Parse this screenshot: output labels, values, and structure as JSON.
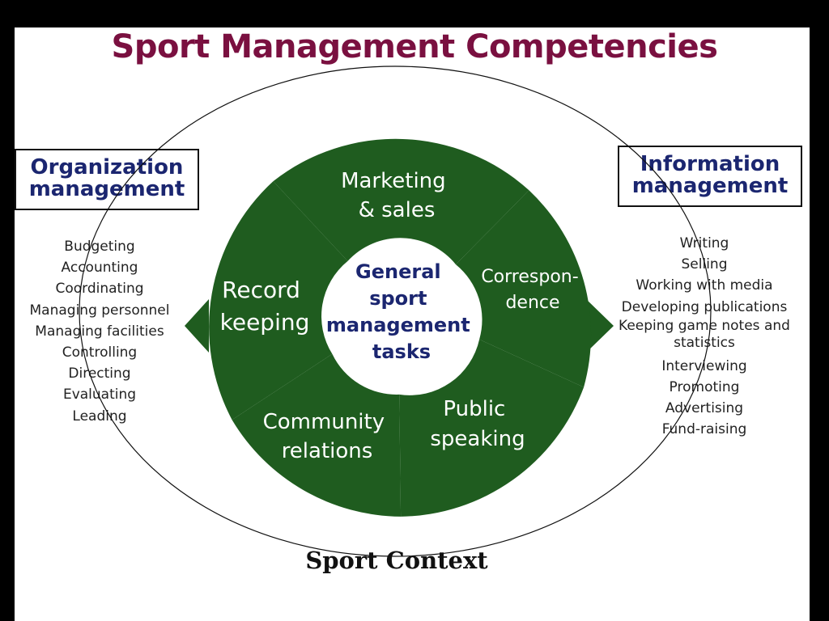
{
  "title": "Sport Management Competencies",
  "center": {
    "lines": [
      "General",
      "sport",
      "management",
      "tasks"
    ]
  },
  "segments": [
    {
      "id": "marketing",
      "lines": [
        "Marketing",
        "& sales"
      ]
    },
    {
      "id": "correspondence",
      "lines": [
        "Correspon-",
        "dence"
      ]
    },
    {
      "id": "public-speaking",
      "lines": [
        "Public",
        "speaking"
      ]
    },
    {
      "id": "community-relations",
      "lines": [
        "Community",
        "relations"
      ]
    },
    {
      "id": "record-keeping",
      "lines": [
        "Record",
        "keeping"
      ]
    }
  ],
  "organization": {
    "heading": [
      "Organization",
      "management"
    ],
    "items": [
      "Budgeting",
      "Accounting",
      "Coordinating",
      "Managing personnel",
      "Managing facilities",
      "Controlling",
      "Directing",
      "Evaluating",
      "Leading"
    ]
  },
  "information": {
    "heading": [
      "Information",
      "management"
    ],
    "items": [
      "Writing",
      "Selling",
      "Working with media",
      "Developing publications",
      "Keeping game notes and statistics",
      "Interviewing",
      "Promoting",
      "Advertising",
      "Fund-raising"
    ]
  },
  "context_label": "Sport Context",
  "colors": {
    "wheel_green": "#1f5c1f",
    "title": "#7a1040",
    "heading": "#1b2670"
  }
}
